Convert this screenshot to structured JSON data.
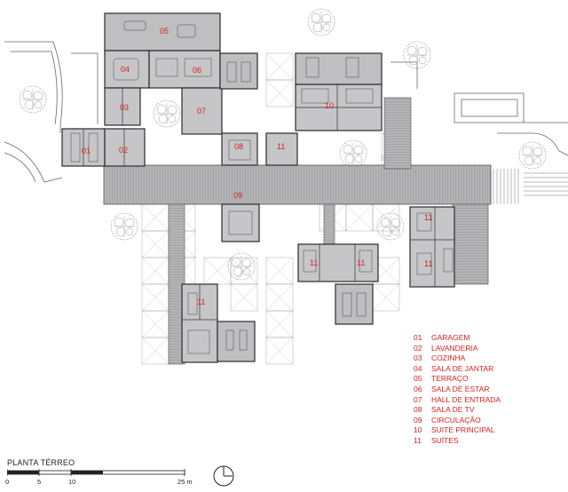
{
  "plan": {
    "title": "PLANTA TÉRREO",
    "room_tags": [
      "05",
      "04",
      "06",
      "03",
      "07",
      "08",
      "11",
      "10",
      "01",
      "02",
      "09",
      "11",
      "11",
      "11",
      "11",
      "11"
    ],
    "scale": {
      "ticks": [
        "0",
        "5",
        "10",
        "25 m"
      ]
    }
  },
  "legend": {
    "items": [
      {
        "num": "01",
        "label": "GARAGEM"
      },
      {
        "num": "02",
        "label": "LAVANDERIA"
      },
      {
        "num": "03",
        "label": "COZINHA"
      },
      {
        "num": "04",
        "label": "SALA DE JANTAR"
      },
      {
        "num": "05",
        "label": "TERRAÇO"
      },
      {
        "num": "06",
        "label": "SALA DE ESTAR"
      },
      {
        "num": "07",
        "label": "HALL DE ENTRADA"
      },
      {
        "num": "08",
        "label": "SALA DE TV"
      },
      {
        "num": "09",
        "label": "CIRCULAÇÃO"
      },
      {
        "num": "10",
        "label": "SUITE PRINCIPAL"
      },
      {
        "num": "11",
        "label": "SUÍTES"
      }
    ]
  },
  "colors": {
    "room_fill": "#c6c6c8",
    "deck_fill": "#a9a9ab",
    "wall": "#2b2b2b",
    "label": "#d61f1f"
  }
}
